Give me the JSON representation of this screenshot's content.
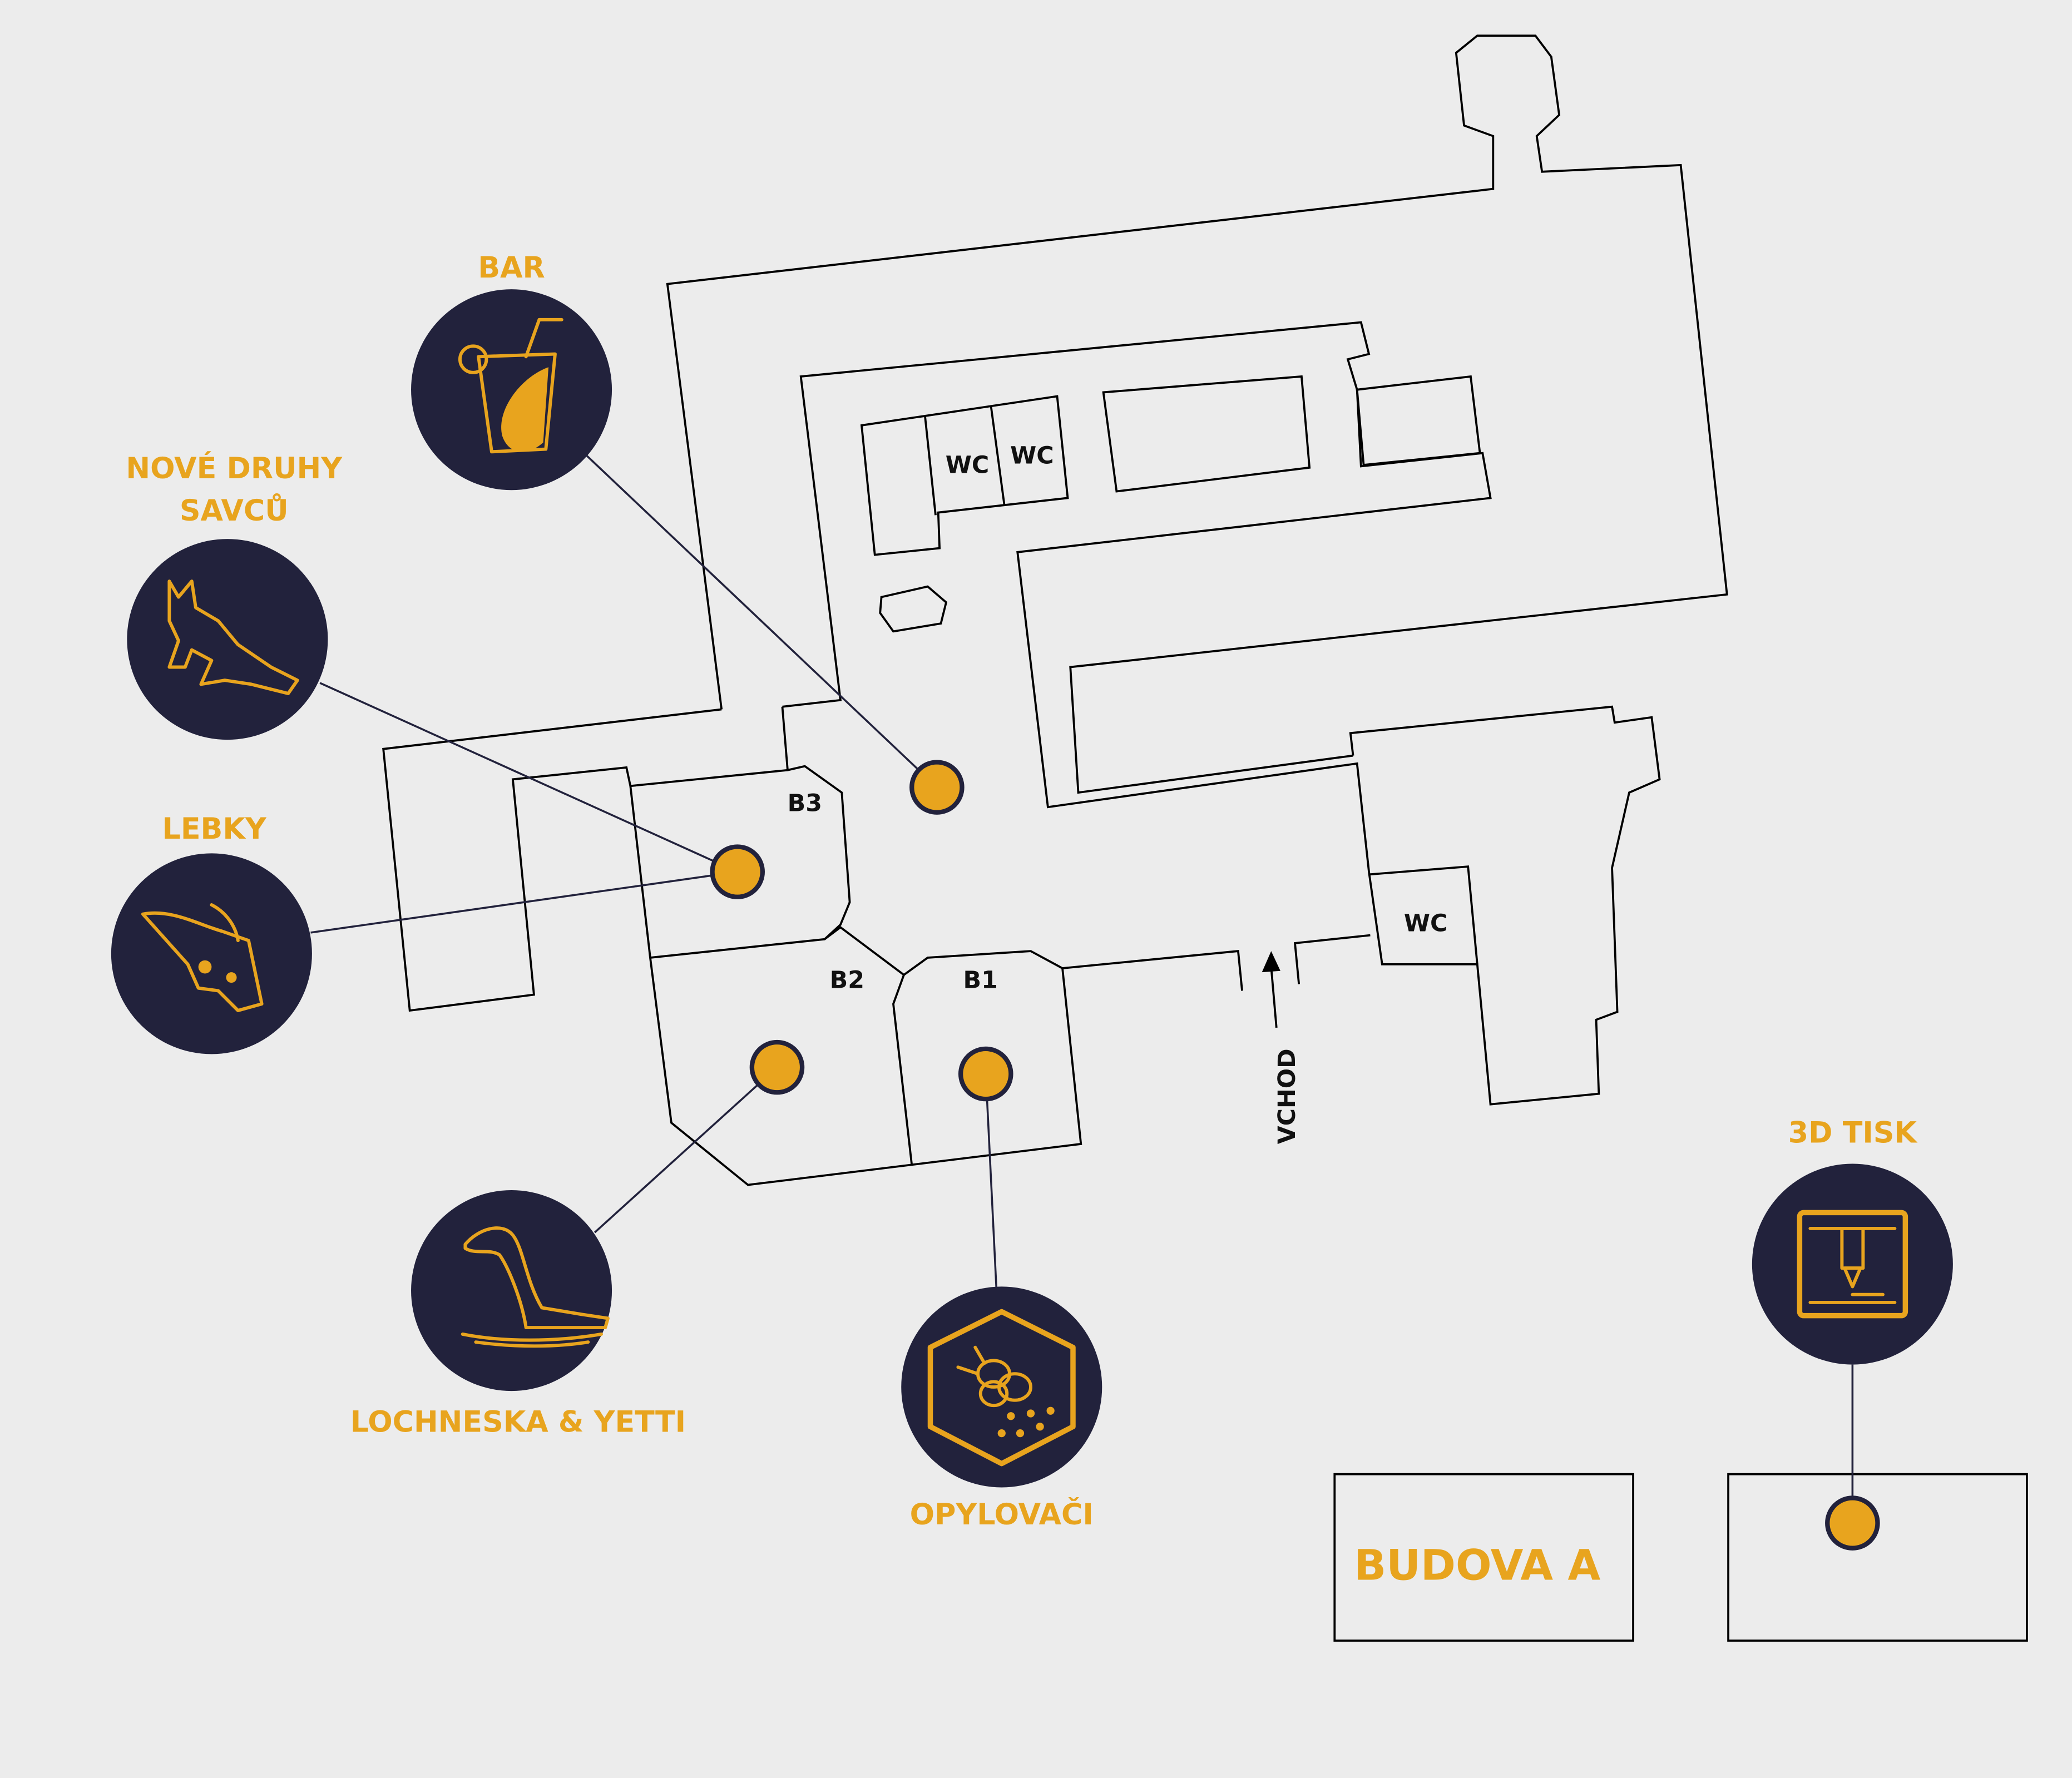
{
  "colors": {
    "background": "#ececec",
    "accent": "#e8a41e",
    "navy": "#22223c"
  },
  "pois": [
    {
      "label": "BAR",
      "icon": "drink-icon"
    },
    {
      "label_line1": "NOVÉ DRUHY",
      "label_line2": "SAVCŮ",
      "icon": "fox-icon"
    },
    {
      "label": "LEBKY",
      "icon": "skull-icon"
    },
    {
      "label": "LOCHNESKA & YETTI",
      "icon": "loch-ness-icon"
    },
    {
      "label": "OPYLOVAČI",
      "icon": "bee-icon"
    },
    {
      "label": "3D TISK",
      "icon": "3d-printer-icon"
    }
  ],
  "rooms": {
    "b1": "B1",
    "b2": "B2",
    "b3": "B3",
    "wc": "WC",
    "entrance": "VCHOD",
    "building_a": "BUDOVA A"
  }
}
